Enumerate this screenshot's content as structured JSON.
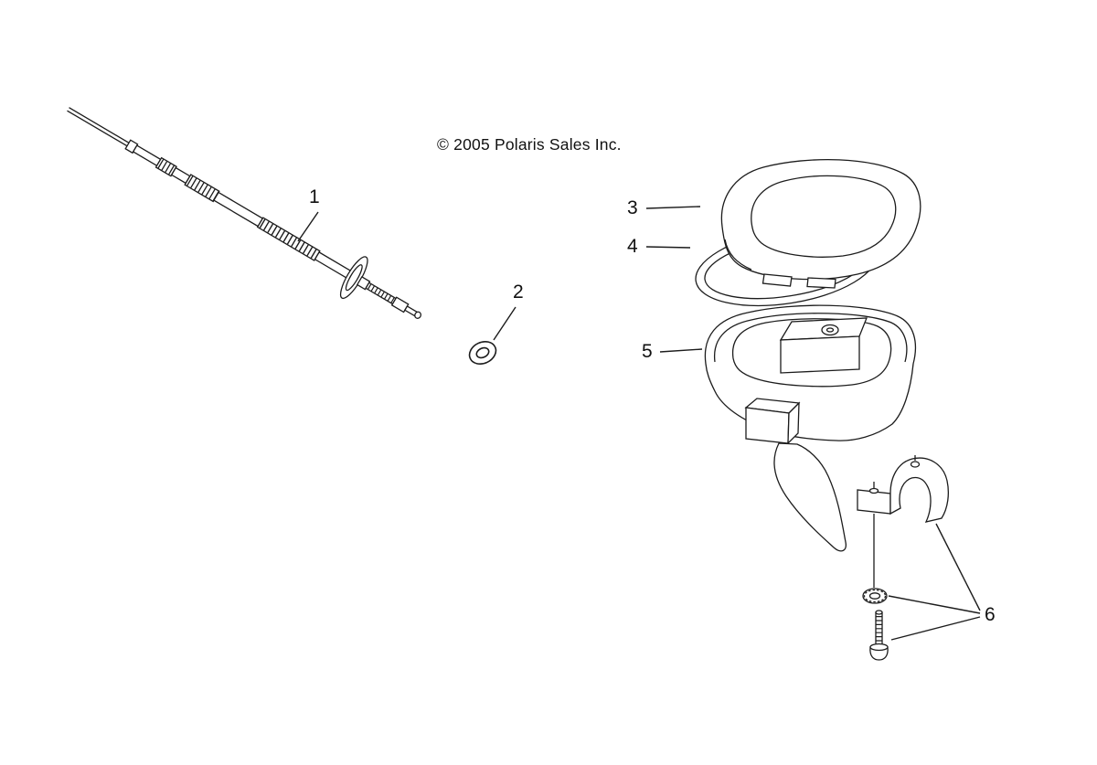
{
  "copyright": "© 2005 Polaris Sales Inc.",
  "callouts": [
    {
      "label": "1",
      "part": "throttle-cable"
    },
    {
      "label": "2",
      "part": "washer"
    },
    {
      "label": "3",
      "part": "control-cover"
    },
    {
      "label": "4",
      "part": "cover-gasket"
    },
    {
      "label": "5",
      "part": "throttle-control-housing"
    },
    {
      "label": "6",
      "part": "cable-clamp-hardware"
    }
  ],
  "line_color": "#1c1c1c"
}
